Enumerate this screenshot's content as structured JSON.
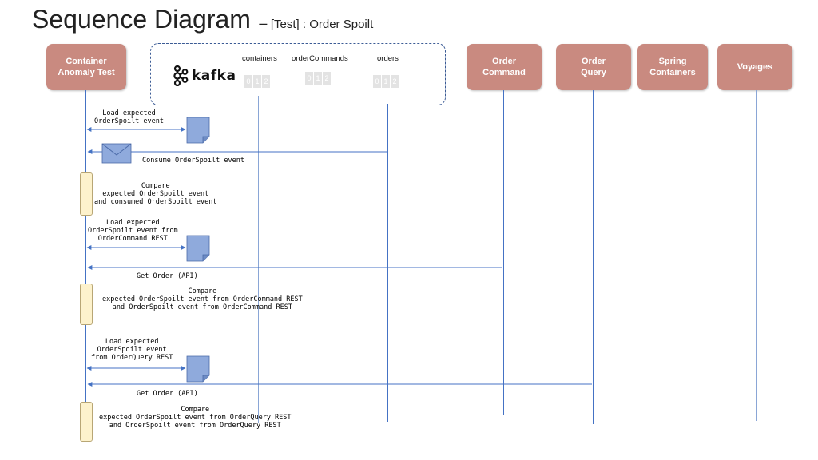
{
  "title": {
    "main": "Sequence Diagram",
    "separator": "–",
    "sub": "[Test] : Order Spoilt"
  },
  "actors": [
    {
      "id": "container_anomaly_test",
      "label": "Container\nAnomaly Test"
    },
    {
      "id": "order_command",
      "label": "Order\nCommand"
    },
    {
      "id": "order_query",
      "label": "Order\nQuery"
    },
    {
      "id": "spring_containers",
      "label": "Spring\nContainers"
    },
    {
      "id": "voyages",
      "label": "Voyages"
    }
  ],
  "kafka": {
    "logo_text": "kafka",
    "topics": [
      {
        "name": "containers",
        "partitions": [
          "0",
          "1",
          "2"
        ]
      },
      {
        "name": "orderCommands",
        "partitions": [
          "0",
          "1",
          "2"
        ]
      },
      {
        "name": "orders",
        "partitions": [
          "0",
          "1",
          "2"
        ]
      }
    ]
  },
  "messages": [
    {
      "id": "load1",
      "text": "Load expected\nOrderSpoilt event"
    },
    {
      "id": "consume",
      "text": "Consume OrderSpoilt event"
    },
    {
      "id": "compare1",
      "text": "Compare\nexpected OrderSpoilt event\nand consumed OrderSpoilt event"
    },
    {
      "id": "load2",
      "text": "Load expected\nOrderSpoilt event from\nOrderCommand REST"
    },
    {
      "id": "get1",
      "text": "Get Order (API)"
    },
    {
      "id": "compare2",
      "text": "Compare\nexpected OrderSpoilt event from OrderCommand REST\nand OrderSpoilt event from OrderCommand REST"
    },
    {
      "id": "load3",
      "text": "Load expected\nOrderSpoilt event\nfrom OrderQuery REST"
    },
    {
      "id": "get2",
      "text": "Get Order (API)"
    },
    {
      "id": "compare3",
      "text": "Compare\nexpected OrderSpoilt event from OrderQuery REST\nand OrderSpoilt event from OrderQuery REST"
    }
  ],
  "colors": {
    "actor": "#c98a80",
    "line": "#4472c4",
    "document": "#8faadc",
    "activation": "#fdf2cc"
  }
}
